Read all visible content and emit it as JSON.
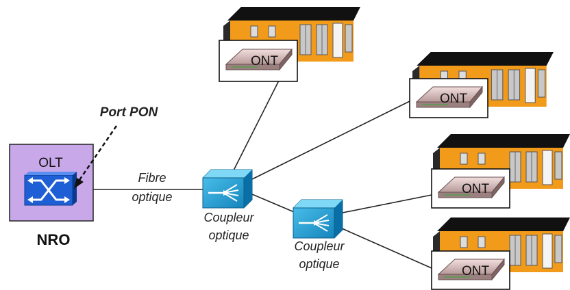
{
  "labels": {
    "port_pon": "Port PON",
    "olt": "OLT",
    "nro": "NRO",
    "fibre_line1": "Fibre",
    "fibre_line2": "optique",
    "coupler1_line1": "Coupleur",
    "coupler1_line2": "optique",
    "coupler2_line1": "Coupleur",
    "coupler2_line2": "optique",
    "ont_label": "ONT"
  },
  "onts": [
    {
      "label": "ONT"
    },
    {
      "label": "ONT"
    },
    {
      "label": "ONT"
    },
    {
      "label": "ONT"
    }
  ],
  "colors": {
    "olt_box": "#c8a8e8",
    "switch_blue": "#1f5fd6",
    "coupler_cyan": "#1aa0d8",
    "house_orange": "#f29a1a",
    "roof": "#111111",
    "ont_device": "#e8c8c8"
  },
  "icons": {
    "olt_switch": "switch-arrows-icon",
    "coupler": "splitter-icon",
    "house": "house-icon",
    "ont_device": "router-device-icon"
  }
}
